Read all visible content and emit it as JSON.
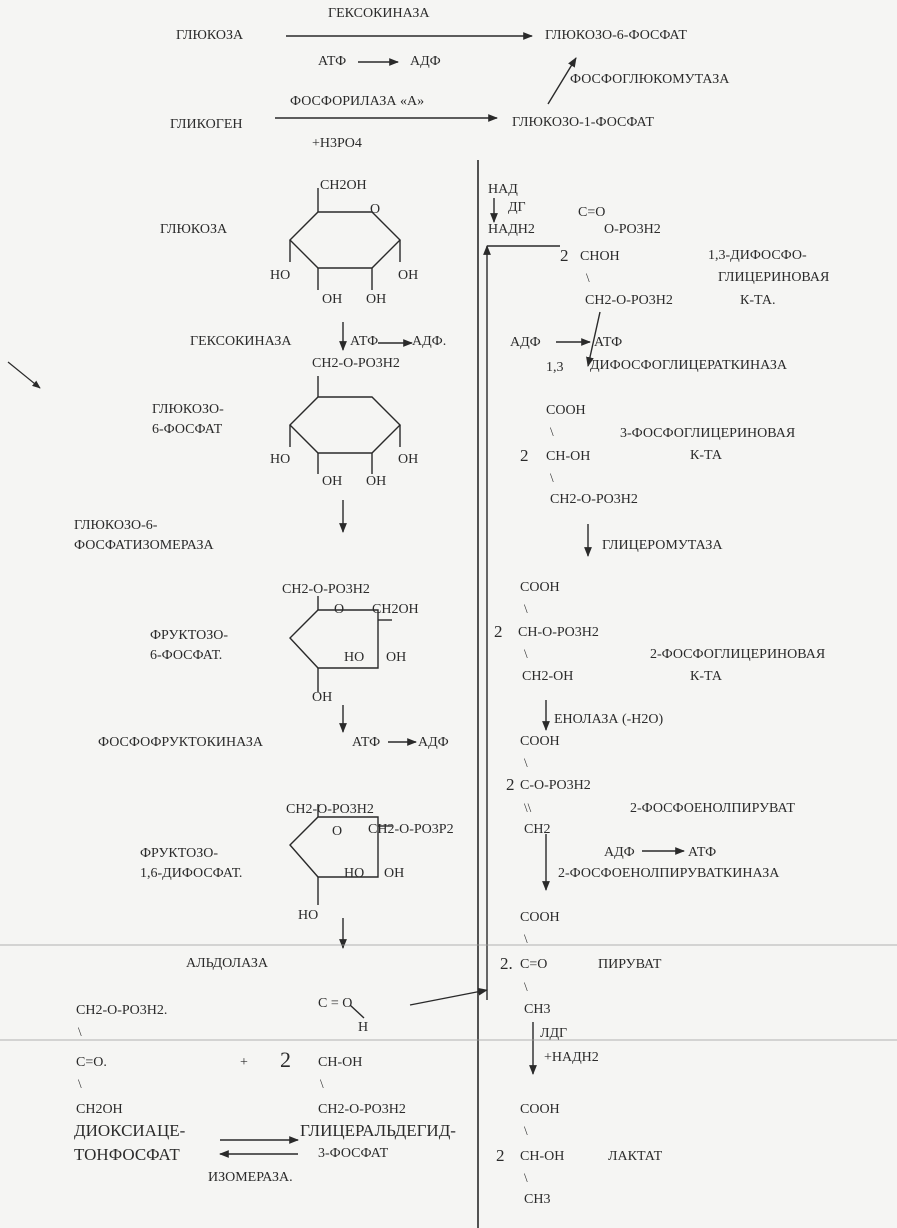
{
  "top": {
    "glucose": "ГЛЮКОЗА",
    "hexokinase": "ГЕКСОКИНАЗА",
    "atp": "АТФ",
    "adp": "АДФ",
    "g6p": "ГЛЮКОЗО-6-ФОСФАТ",
    "phosphoglucomutase": "ФОСФОГЛЮКОМУТАЗА",
    "phosphorylase": "ФОСФОРИЛАЗА «А»",
    "glycogen": "ГЛИКОГЕН",
    "g1p": "ГЛЮКОЗО-1-ФОСФАТ",
    "h3po4": "+H3PO4"
  },
  "left": {
    "glucose_label": "ГЛЮКОЗА",
    "glucose_ch2oh": "CH2OH",
    "ring_o": "O",
    "ho": "HO",
    "oh": "OH",
    "hexokinase_step": "ГЕКСОКИНАЗА",
    "atp": "АТФ",
    "adp_dot": "АДФ.",
    "g6p_ch2": "CH2-O-PO3H2",
    "g6p_label1": "ГЛЮКОЗО-",
    "g6p_label2": "6-ФОСФАТ",
    "isomerase1": "ГЛЮКОЗО-6-",
    "isomerase2": "ФОСФАТИЗОМЕРАЗА",
    "f6p_ch2": "CH2-O-PO3H2",
    "f6p_ch2oh": "CH2OH",
    "f6p_label1": "ФРУКТОЗО-",
    "f6p_label2": "6-ФОСФАТ.",
    "pfk": "ФОСФОФРУКТОКИНАЗА",
    "adp": "АДФ",
    "f16_ch2": "CH2-O-PO3H2",
    "f16_ch2b": "CH2-O-PO3P2",
    "f16_label1": "ФРУКТОЗО-",
    "f16_label2": "1,6-ДИФОСФАТ.",
    "aldolase": "АЛЬДОЛАЗА",
    "dhap_1": "CH2-O-PO3H2.",
    "dhap_2": "C=O.",
    "dhap_3": "CH2OH",
    "dhap_name1": "ДИОКСИАЦЕ-",
    "dhap_name2": "ТОНФОСФАТ",
    "plus": "+",
    "two": "2",
    "gap_1": "C = O",
    "gap_h": "H",
    "gap_2": "CH-OH",
    "gap_3": "CH2-O-PO3H2",
    "gap_name1": "ГЛИЦЕРАЛЬДЕГИД-",
    "gap_name2": "3-ФОСФАТ",
    "isomerase": "ИЗОМЕРАЗА."
  },
  "right": {
    "nad": "НАД",
    "dg": "ДГ",
    "nadh2": "НАДН2",
    "bpg_c": "C=O",
    "bpg_o": "O-PO3H2",
    "bpg_2": "2",
    "bpg_choh": "CHOH",
    "bpg_ch2": "CH2-O-PO3H2",
    "bpg_name1": "1,3-ДИФОСФО-",
    "bpg_name2": "ГЛИЦЕРИНОВАЯ",
    "bpg_name3": "К-ТА.",
    "adp": "АДФ",
    "atp": "АТФ",
    "pgk_num": "1,3",
    "pgk": "ДИФОСФОГЛИЦЕРАТКИНАЗА",
    "pg3_cooh": "COOH",
    "pg3_2": "2",
    "pg3_choh": "CH-OH",
    "pg3_ch2": "CH2-O-PO3H2",
    "pg3_name1": "3-ФОСФОГЛИЦЕРИНОВАЯ",
    "pg3_name2": "К-ТА",
    "mutase": "ГЛИЦЕРОМУТАЗА",
    "pg2_cooh": "COOH",
    "pg2_2": "2",
    "pg2_ch": "CH-O-PO3H2",
    "pg2_ch2": "CH2-OH",
    "pg2_name1": "2-ФОСФОГЛИЦЕРИНОВАЯ",
    "pg2_name2": "К-ТА",
    "enolase": "ЕНОЛАЗА (-H2O)",
    "pep_cooh": "COOH",
    "pep_2": "2",
    "pep_c": "C-O-PO3H2",
    "pep_dbl": "\\\\",
    "pep_ch2": "CH2",
    "pep_name": "2-ФОСФОЕНОЛПИРУВАТ",
    "adp2": "АДФ",
    "atp2": "АТФ",
    "pk": "2-ФОСФОЕНОЛПИРУВАТКИНАЗА",
    "pyr_cooh": "COOH",
    "pyr_2": "2.",
    "pyr_c": "C=O",
    "pyr_name": "ПИРУВАТ",
    "pyr_ch3": "CH3",
    "ldh": "ЛДГ",
    "nadh": "+НАДН2",
    "lac_cooh": "COOH",
    "lac_2": "2",
    "lac_choh": "CH-OH",
    "lac_name": "ЛАКТАТ",
    "lac_ch3": "CH3",
    "bond": "\\"
  }
}
